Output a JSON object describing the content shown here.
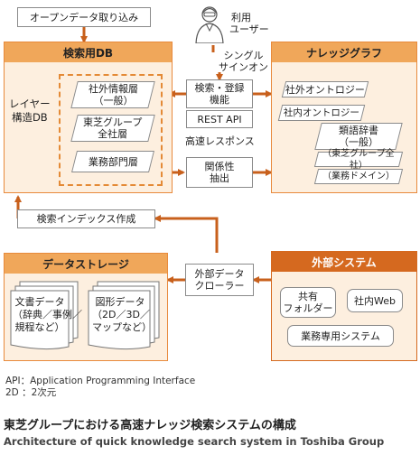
{
  "open_data": "オープンデータ取り込み",
  "user": {
    "line1": "利用",
    "line2": "ユーザー"
  },
  "sso": {
    "line1": "シングル",
    "line2": "サインオン"
  },
  "search_db": {
    "title": "検索用DB",
    "layer_label1": "レイヤー",
    "layer_label2": "構造DB",
    "layers": [
      {
        "line1": "社外情報層",
        "line2": "（一般）"
      },
      {
        "line1": "東芝グループ",
        "line2": "全社層"
      },
      {
        "line1": "業務部門層",
        "line2": ""
      }
    ]
  },
  "center": {
    "search_reg": {
      "line1": "検索・登録",
      "line2": "機能"
    },
    "rest_api": "REST API",
    "fast_response": "高速レスポンス",
    "relation": {
      "line1": "関係性",
      "line2": "抽出"
    }
  },
  "knowledge_graph": {
    "title": "ナレッジグラフ",
    "items": [
      "社外オントロジー",
      "社内オントロジー"
    ],
    "dictionary": {
      "line1": "類語辞書",
      "line2": "（一般）"
    },
    "dict_items": [
      "（東芝グループ全社）",
      "（業務ドメイン）"
    ]
  },
  "index_creation": "検索インデックス作成",
  "data_storage": {
    "title": "データストレージ",
    "docs": {
      "line1": "文書データ",
      "line2": "（辞典／事例／",
      "line3": "規程など）"
    },
    "figs": {
      "line1": "図形データ",
      "line2": "（2D／3D／",
      "line3": "マップなど）"
    }
  },
  "crawler": {
    "line1": "外部データ",
    "line2": "クローラー"
  },
  "external": {
    "title": "外部システム",
    "shared": {
      "line1": "共有",
      "line2": "フォルダー"
    },
    "intranet": "社内Web",
    "business": "業務専用システム"
  },
  "notes": [
    "API：Application Programming Interface",
    "2D ：2次元"
  ],
  "caption": {
    "jp": "東芝グループにおける高速ナレッジ検索システムの構成",
    "en": "Architecture of quick knowledge search system in Toshiba Group"
  },
  "colors": {
    "arrow": "#c8601c",
    "panel_border": "#e88a3c",
    "panel_fill": "#fdefdf",
    "header": "#f0a75a",
    "header_dark": "#d5691f"
  }
}
